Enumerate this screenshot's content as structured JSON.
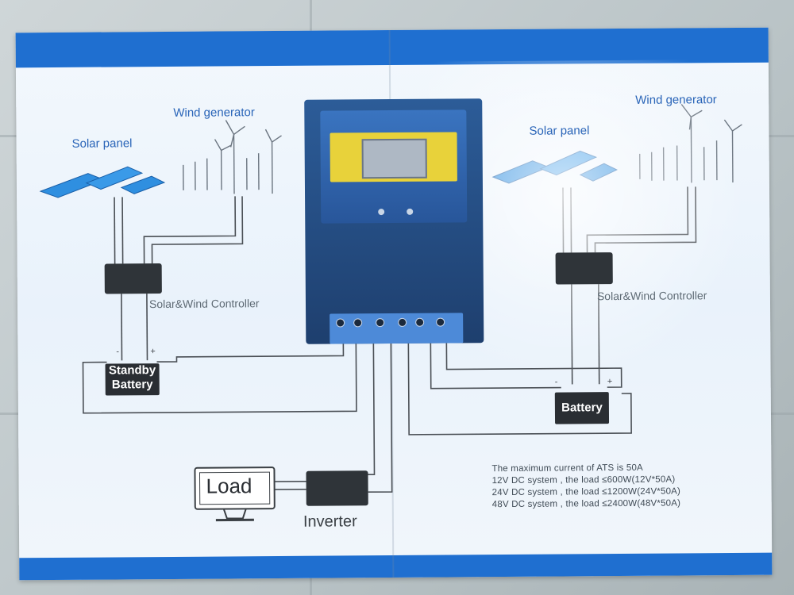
{
  "diagram": {
    "left": {
      "solar_panel_label": "Solar panel",
      "wind_generator_label": "Wind generator",
      "controller_label": "Solar&Wind Controller",
      "battery_label_line1": "Standby",
      "battery_label_line2": "Battery"
    },
    "right": {
      "solar_panel_label": "Solar panel",
      "wind_generator_label": "Wind generator",
      "controller_label": "Solar&Wind Controller",
      "battery_label": "Battery"
    },
    "load_label": "Load",
    "inverter_label": "Inverter",
    "polarity": {
      "minus": "-",
      "plus": "+"
    },
    "notes": [
      "The maximum current of ATS is 50A",
      "12V DC system , the load ≤600W(12V*50A)",
      "24V DC system , the load ≤1200W(24V*50A)",
      "48V DC system , the load ≤2400W(48V*50A)"
    ],
    "colors": {
      "accent_band": "#1f6fd0",
      "label_blue": "#2a65b8",
      "box_dark": "#2a2e33",
      "lcd_frame": "#e8d23a",
      "wire": "#4a4f55"
    }
  }
}
